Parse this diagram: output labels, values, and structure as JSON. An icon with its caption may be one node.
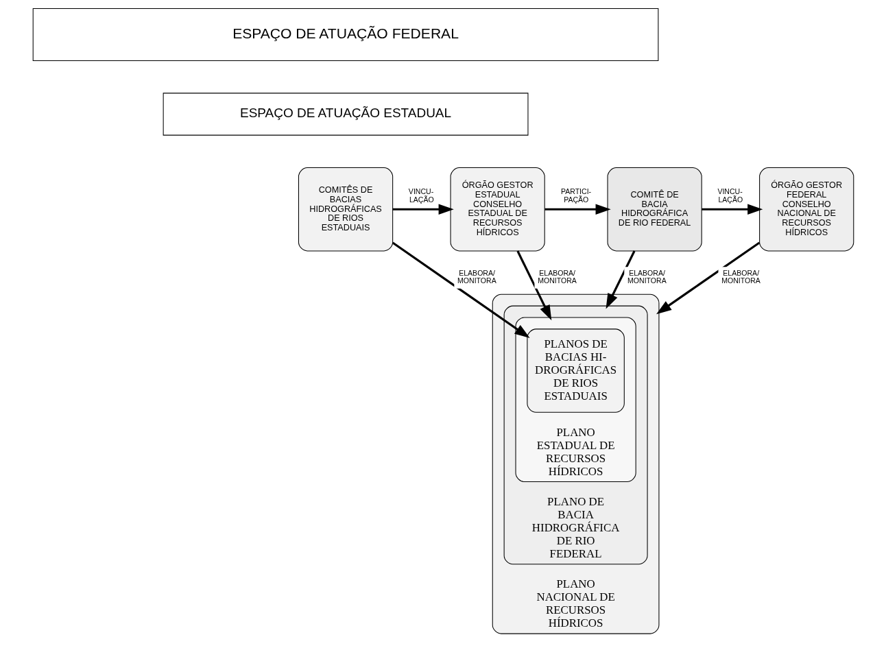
{
  "diagram": {
    "nodes": [
      {
        "text": [
          "ESPAÇO DE ATUAÇÃO FEDERAL"
        ]
      },
      {
        "text": [
          "ESPAÇO DE ATUAÇÃO ESTADUAL"
        ]
      },
      {
        "text": [
          "COMITÊS DE BACIAS HIDROGRÁFICAS DE RIOS ESTADUAIS"
        ]
      },
      {
        "text": [
          "ÓRGÃO GESTOR ESTADUAL CONSELHO ESTADUAL DE RECURSOS HÍDRICOS"
        ]
      },
      {
        "text": [
          "COMITÊ DE BACIA HIDROGRÁFICA DE RIO FEDERAL"
        ]
      },
      {
        "text": [
          "ÓRGÃO GESTOR FEDERAL CONSELHO NACIONAL DE RECURSOS HÍDRICOS"
        ]
      },
      {
        "text": [
          "PLANO NACIONAL DE RECURSOS HÍDRICOS"
        ]
      },
      {
        "text": [
          "PLANO DE BACIA HIDROGRÁFICA DE RIO FEDERAL"
        ],
        "in": 6
      },
      {
        "text": [
          "PLANO ESTADUAL DE RECURSOS HÍDRICOS"
        ],
        "in": 7
      },
      {
        "text": [
          "PLANOS DE BACIAS HI- DROGRÁFICAS DE RIOS ESTADUAIS"
        ],
        "in": 8
      }
    ],
    "edges": [
      {
        "from": 2,
        "to": 3,
        "arrow": "to",
        "label": "VINCU- LAÇÃO"
      },
      {
        "from": 3,
        "to": 4,
        "arrow": "to",
        "label": "PARTICI- PAÇÃO"
      },
      {
        "from": 4,
        "to": 5,
        "arrow": "to",
        "label": "VINCU- LAÇÃO"
      },
      {
        "from": 2,
        "to": 9,
        "arrow": "to",
        "label": "ELABORA/ MONITORA"
      },
      {
        "from": 3,
        "to": 8,
        "arrow": "to",
        "label": "ELABORA/ MONITORA"
      },
      {
        "from": 4,
        "to": 7,
        "arrow": "to",
        "label": "ELABORA/ MONITORA"
      },
      {
        "from": 5,
        "to": 6,
        "arrow": "to",
        "label": "ELABORA/ MONITORA"
      }
    ]
  }
}
